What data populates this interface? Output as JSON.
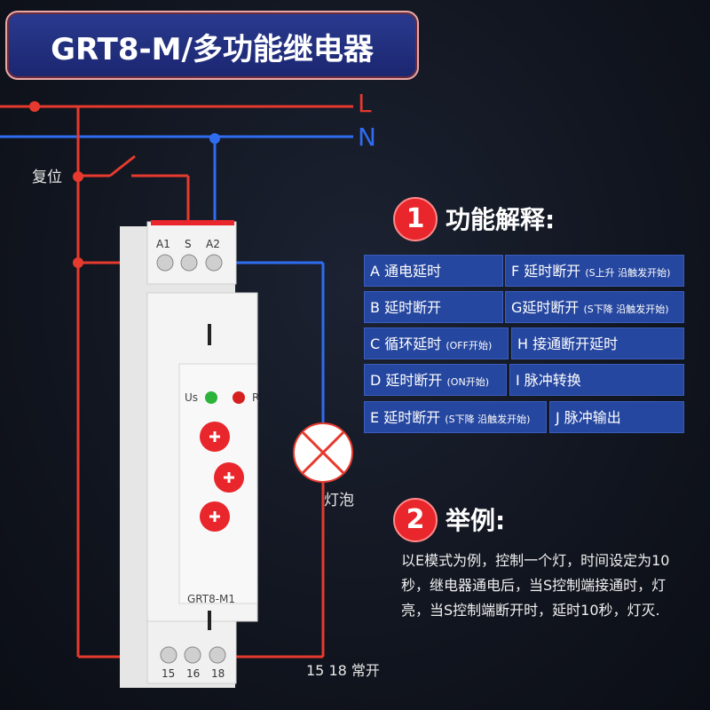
{
  "title": "GRT8-M/多功能继电器",
  "wires": {
    "l_label": "L",
    "n_label": "N"
  },
  "labels": {
    "reset": "复位",
    "lamp": "灯泡",
    "terminals_note": "15 18 常开"
  },
  "device": {
    "model": "GRT8-M1",
    "top_terminals": [
      "A1",
      "S",
      "A2"
    ],
    "bottom_terminals": [
      "15",
      "16",
      "18"
    ],
    "led_us": "Us",
    "led_r": "R",
    "colors": {
      "body": "#f2f2f2",
      "knob": "#e8262c",
      "led_green": "#2bb33a",
      "led_red": "#d62020"
    }
  },
  "section1": {
    "number": "1",
    "title": "功能解释:"
  },
  "modes": [
    {
      "main": "A 通电延时",
      "note": ""
    },
    {
      "main": "F 延时断开",
      "note": "(S上升 沿触发开始)"
    },
    {
      "main": "B 延时断开",
      "note": ""
    },
    {
      "main": "G延时断开",
      "note": "(S下降 沿触发开始)"
    },
    {
      "main": "C 循环延时",
      "note": "(OFF开始)"
    },
    {
      "main": "H 接通断开延时",
      "note": ""
    },
    {
      "main": "D 延时断开",
      "note": "(ON开始)"
    },
    {
      "main": "I 脉冲转换",
      "note": ""
    },
    {
      "main": "E 延时断开",
      "note": "(S下降 沿触发开始)"
    },
    {
      "main": "J 脉冲输出",
      "note": ""
    }
  ],
  "section2": {
    "number": "2",
    "title": "举例:"
  },
  "example_text": "以E模式为例，控制一个灯，时间设定为10秒，继电器通电后，当S控制端接通时，灯亮，当S控制端断开时，延时10秒，灯灭.",
  "colors": {
    "l_wire": "#e63a2e",
    "n_wire": "#2f6cf0",
    "mode_bg": "#26479f",
    "accent": "#e8262c",
    "title_bg": "#23318a"
  }
}
